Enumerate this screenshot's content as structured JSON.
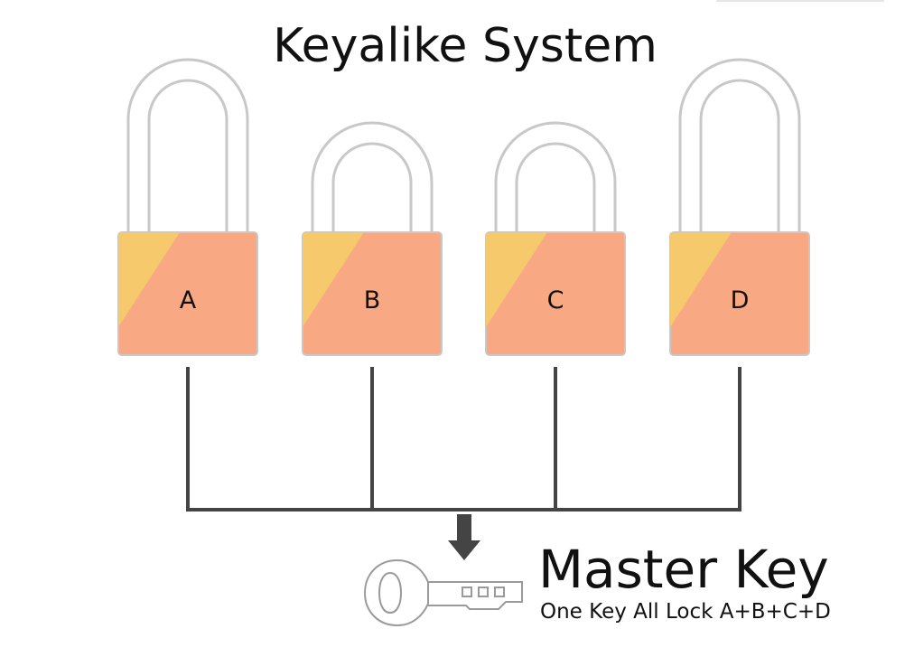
{
  "title": "Keyalike System",
  "colors": {
    "lock_body": "#f8a882",
    "lock_highlight": "#f6c96c",
    "shackle_stroke": "#c8c8c8",
    "connector": "#444444",
    "text": "#111111"
  },
  "locks": [
    {
      "label": "A",
      "shackle": "tall"
    },
    {
      "label": "B",
      "shackle": "short"
    },
    {
      "label": "C",
      "shackle": "short"
    },
    {
      "label": "D",
      "shackle": "tall"
    }
  ],
  "arrow_icon": "down-arrow-icon",
  "key_icon": "key-icon",
  "master_key": {
    "title": "Master Key",
    "subtitle": "One Key All Lock A+B+C+D"
  }
}
